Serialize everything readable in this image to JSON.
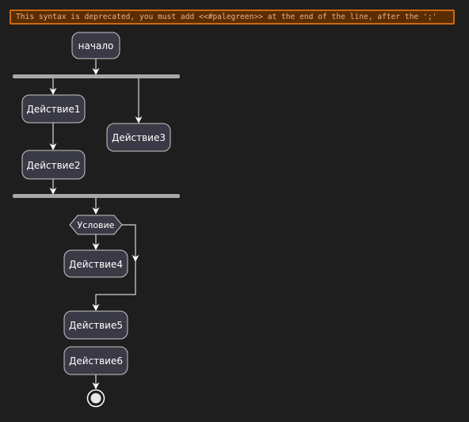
{
  "warning": {
    "text": "This syntax is deprecated, you must add <<#palegreen>> at the end of the line, after the ';'"
  },
  "nodes": {
    "start": "начало",
    "action1": "Действие1",
    "action2": "Действие2",
    "action3": "Действие3",
    "condition": "Условие",
    "action4": "Действие4",
    "action5": "Действие5",
    "action6": "Действие6"
  },
  "colors": {
    "background": "#1e1e1e",
    "node_fill": "#3a3a46",
    "node_border": "#c8c8c8",
    "edge": "#ffffff",
    "fork_bar": "#a8a8a8",
    "warning_fill": "#5a2d00",
    "warning_border": "#c96a12",
    "warning_text": "#f0b080"
  }
}
